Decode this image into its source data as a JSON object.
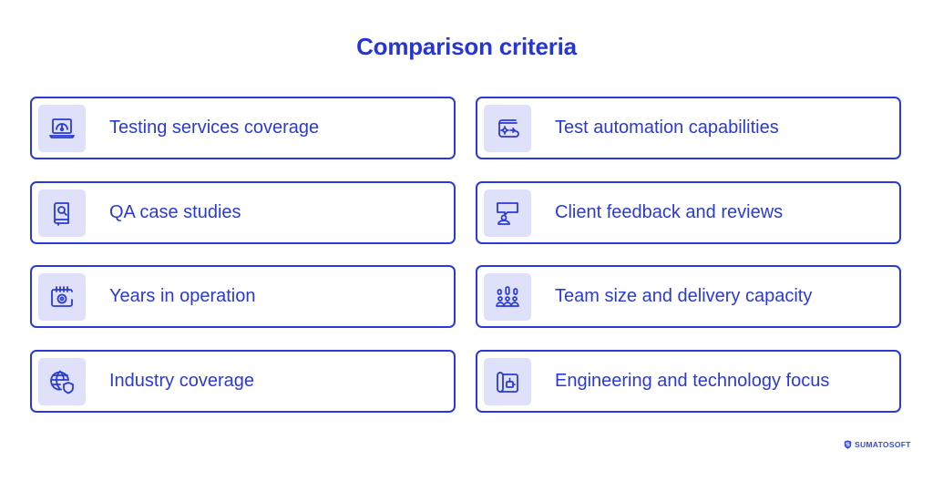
{
  "title": "Comparison criteria",
  "criteria": [
    {
      "label": "Testing services coverage",
      "icon": "laptop-gauge-icon"
    },
    {
      "label": "Test automation capabilities",
      "icon": "automation-gear-icon"
    },
    {
      "label": "QA case studies",
      "icon": "book-search-icon"
    },
    {
      "label": "Client feedback and reviews",
      "icon": "user-speech-bubble-icon"
    },
    {
      "label": "Years in operation",
      "icon": "calendar-gear-icon"
    },
    {
      "label": "Team size and delivery capacity",
      "icon": "team-people-icon"
    },
    {
      "label": "Industry coverage",
      "icon": "globe-shield-icon"
    },
    {
      "label": "Engineering and technology focus",
      "icon": "blueprint-robot-icon"
    }
  ],
  "brand": {
    "name": "SUMATOSOFT"
  },
  "colors": {
    "accent": "#2a3ad6",
    "icon_bg": "#dfe1fa",
    "background": "#ffffff"
  }
}
